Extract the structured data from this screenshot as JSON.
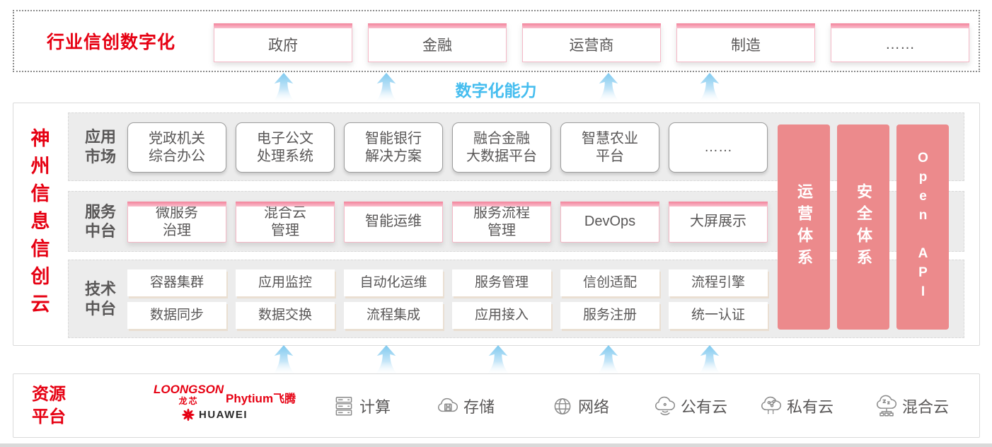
{
  "colors": {
    "accent_red": "#e60012",
    "pillar_salmon": "#ec8a8c",
    "capability_blue": "#45bdef",
    "pink_border": "#f5b8c6",
    "panel_gray": "#ececec"
  },
  "top_banner": {
    "label": "行业信创数字化",
    "industries": [
      "政府",
      "金融",
      "运营商",
      "制造",
      "……"
    ]
  },
  "capability": {
    "label": "数字化能力"
  },
  "platform": {
    "title": "神州信息信创云",
    "app_market": {
      "label": "应用\n市场",
      "items": [
        "党政机关\n综合办公",
        "电子公文\n处理系统",
        "智能银行\n解决方案",
        "融合金融\n大数据平台",
        "智慧农业\n平台",
        "……"
      ]
    },
    "service_platform": {
      "label": "服务\n中台",
      "items": [
        "微服务\n治理",
        "混合云\n管理",
        "智能运维",
        "服务流程\n管理",
        "DevOps",
        "大屏展示"
      ]
    },
    "tech_platform": {
      "label": "技术\n中台",
      "row1": [
        "容器集群",
        "应用监控",
        "自动化运维",
        "服务管理",
        "信创适配",
        "流程引擎"
      ],
      "row2": [
        "数据同步",
        "数据交换",
        "流程集成",
        "应用接入",
        "服务注册",
        "统一认证"
      ]
    },
    "pillars": [
      "运营体系",
      "安全体系",
      "Open API"
    ]
  },
  "resources": {
    "label": "资源\n平台",
    "vendors": {
      "loongson": "LOONGSON",
      "loongson_cn": "龙芯",
      "phytium": "Phytium",
      "phytium_cn": "飞腾",
      "huawei": "HUAWEI"
    },
    "items": [
      {
        "icon": "compute-icon",
        "label": "计算"
      },
      {
        "icon": "storage-icon",
        "label": "存储"
      },
      {
        "icon": "network-icon",
        "label": "网络"
      },
      {
        "icon": "public-cloud-icon",
        "label": "公有云"
      },
      {
        "icon": "private-cloud-icon",
        "label": "私有云"
      },
      {
        "icon": "hybrid-cloud-icon",
        "label": "混合云"
      }
    ]
  }
}
